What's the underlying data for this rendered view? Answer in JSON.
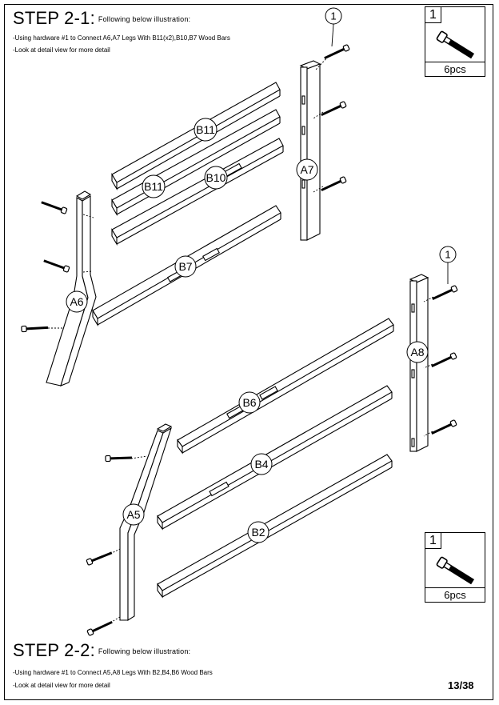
{
  "step1": {
    "title": "STEP 2-1:",
    "subtitle": "Following below illustration:",
    "lines": [
      "-Using hardware #1 to Connect A6,A7 Legs With B11(x2),B10,B7 Wood Bars",
      "-Look at detail view for more detail"
    ]
  },
  "step2": {
    "title": "STEP 2-2:",
    "subtitle": "Following below illustration:",
    "lines": [
      "-Using hardware #1 to Connect A5,A8 Legs With B2,B4,B6 Wood Bars",
      "-Look at detail view for more detail"
    ]
  },
  "hardware_box_top": {
    "number": "1",
    "qty": "6pcs",
    "icon": "bolt-icon"
  },
  "hardware_box_bottom": {
    "number": "1",
    "qty": "6pcs",
    "icon": "bolt-icon"
  },
  "callouts": {
    "top": "1",
    "right": "1"
  },
  "part_labels": {
    "b11_top": "B11",
    "b11_mid": "B11",
    "b10": "B10",
    "a7": "A7",
    "a6": "A6",
    "b7": "B7",
    "a8": "A8",
    "b6": "B6",
    "b4": "B4",
    "a5": "A5",
    "b2": "B2"
  },
  "page_number": "13/38"
}
